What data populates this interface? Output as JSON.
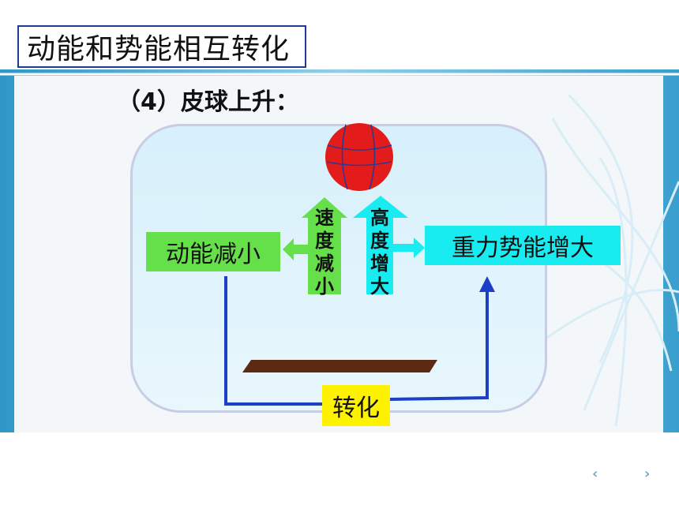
{
  "slide": {
    "title": "动能和势能相互转化",
    "subtitle": "（4）皮球上升：",
    "kinetic_label": "动能减小",
    "potential_label": "重力势能增大",
    "speed_label": "速度减小",
    "height_label": "高度增大",
    "convert_label": "转化"
  },
  "nav": {
    "prev": "‹",
    "next": "›"
  },
  "colors": {
    "green_box": "#66e04a",
    "cyan_box": "#19ecf0",
    "yellow_box": "#fff200",
    "ball": "#e31b1b",
    "line": "#1d3fc7",
    "board": "#5c2a13"
  }
}
